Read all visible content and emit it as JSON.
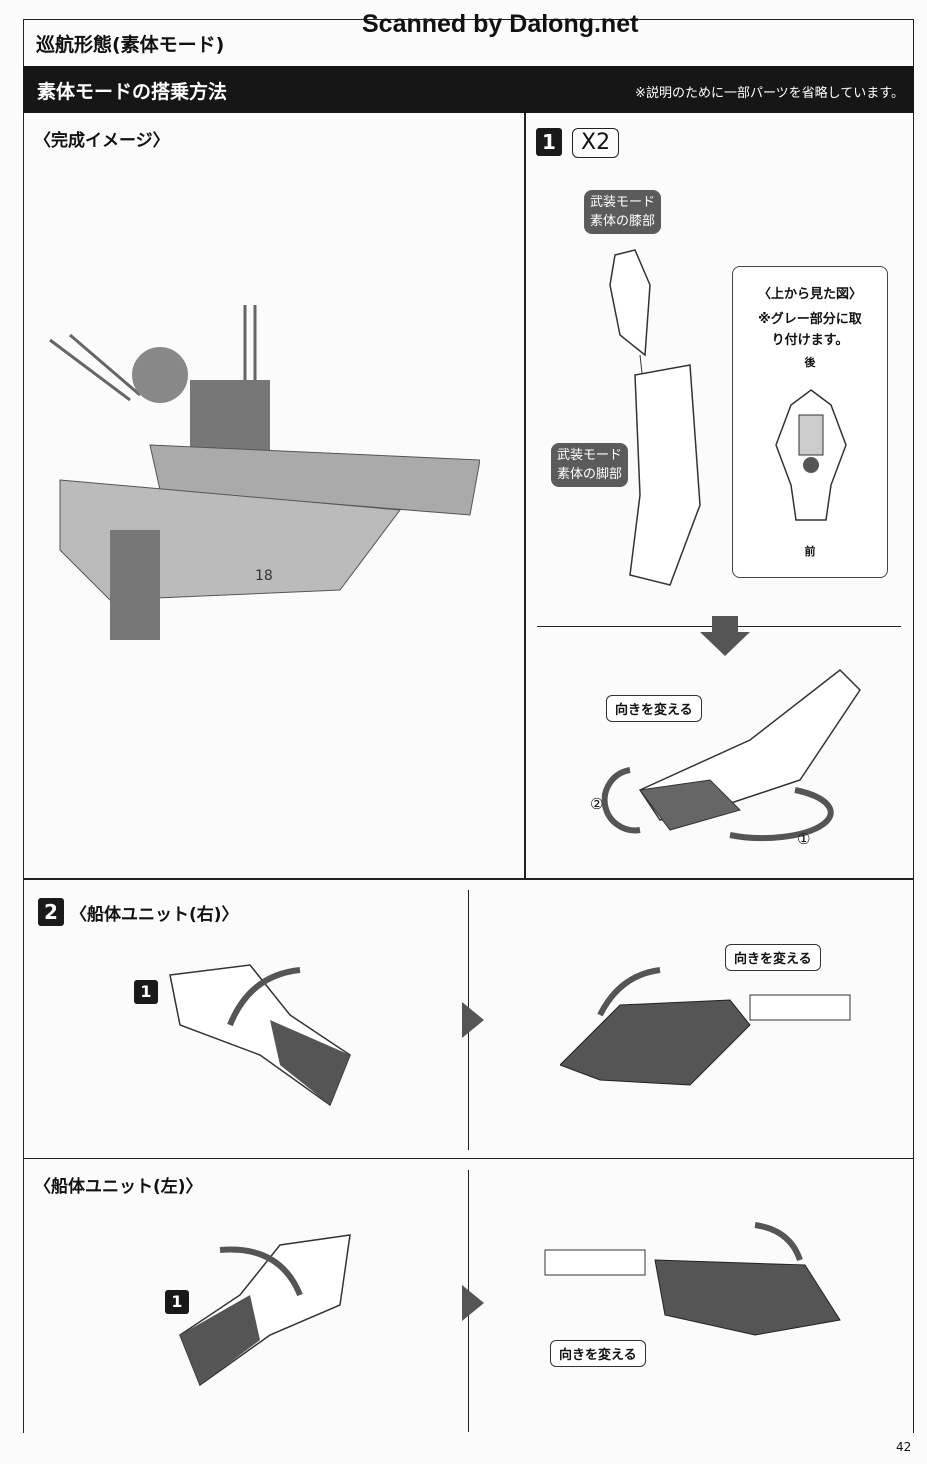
{
  "watermark": "Scanned by Dalong.net",
  "header": {
    "title": "巡航形態(素体モード)"
  },
  "section_bar": {
    "title": "素体モードの搭乗方法",
    "note": "※説明のために一部パーツを省略しています。"
  },
  "complete": {
    "label": "〈完成イメージ〉",
    "hull_number": "18"
  },
  "step1": {
    "number": "1",
    "quantity": "X2",
    "label_knee": [
      "武装モード",
      "素体の膝部"
    ],
    "label_leg": [
      "武装モード",
      "素体の脚部"
    ],
    "inset": {
      "title": "〈上から見た図〉",
      "note_line1": "※グレー部分に取",
      "note_line2": "り付けます。",
      "back": "後",
      "front": "前"
    },
    "rotate_label": "向きを変える",
    "rot1": "①",
    "rot2": "②"
  },
  "step2": {
    "number": "2",
    "right_title": "〈船体ユニット(右)〉",
    "left_title": "〈船体ユニット(左)〉",
    "sub_step": "1",
    "rotate_label": "向きを変える"
  },
  "page_number": "42"
}
